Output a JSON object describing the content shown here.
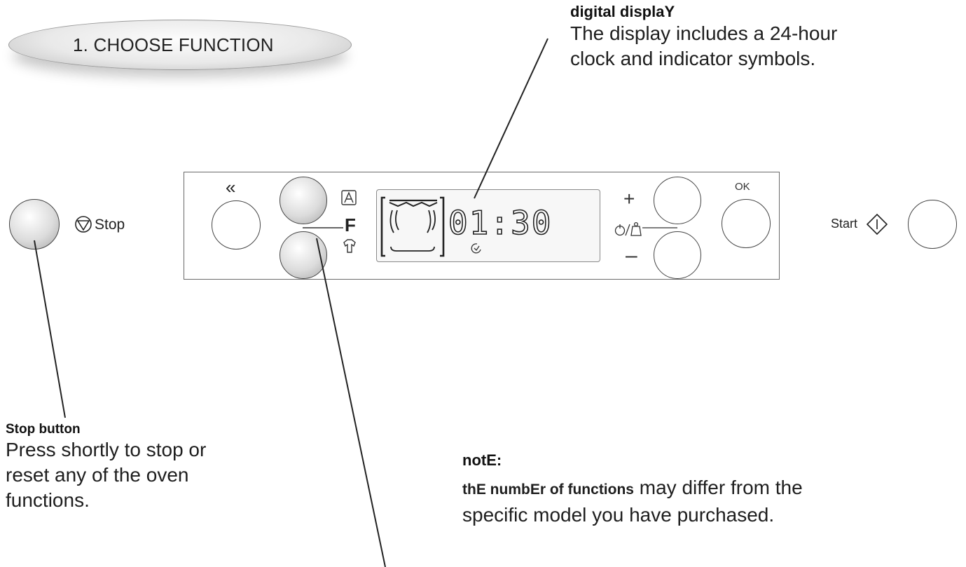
{
  "header": {
    "label": "1. CHOOSE FUNCTION"
  },
  "display_callout": {
    "title": "digital displaY",
    "body": "The display includes a 24-hour clock and indicator symbols."
  },
  "stop_callout": {
    "title": "Stop button",
    "body": "Press shortly to stop or reset any of the oven functions."
  },
  "note": {
    "title": "notE:",
    "caps_prefix": "thE numbEr of  functions",
    "rest_line1": " may differ from the",
    "line2": "specific model you have purchased."
  },
  "panel": {
    "stop_label": "Stop",
    "start_label": "Start",
    "function_label": "F",
    "ok_label": "OK",
    "plus_label": "+",
    "minus_label": "–",
    "back_icon": "«",
    "display_time": "01:30"
  },
  "icons": {
    "stop": "stop-triangle-icon",
    "start": "start-diamond-icon",
    "auto": "auto-program-icon",
    "shirt": "shirt-icon",
    "timer": "timer-weight-icon",
    "oven": "oven-lamp-icon",
    "clock": "clock-indicator-icon"
  }
}
